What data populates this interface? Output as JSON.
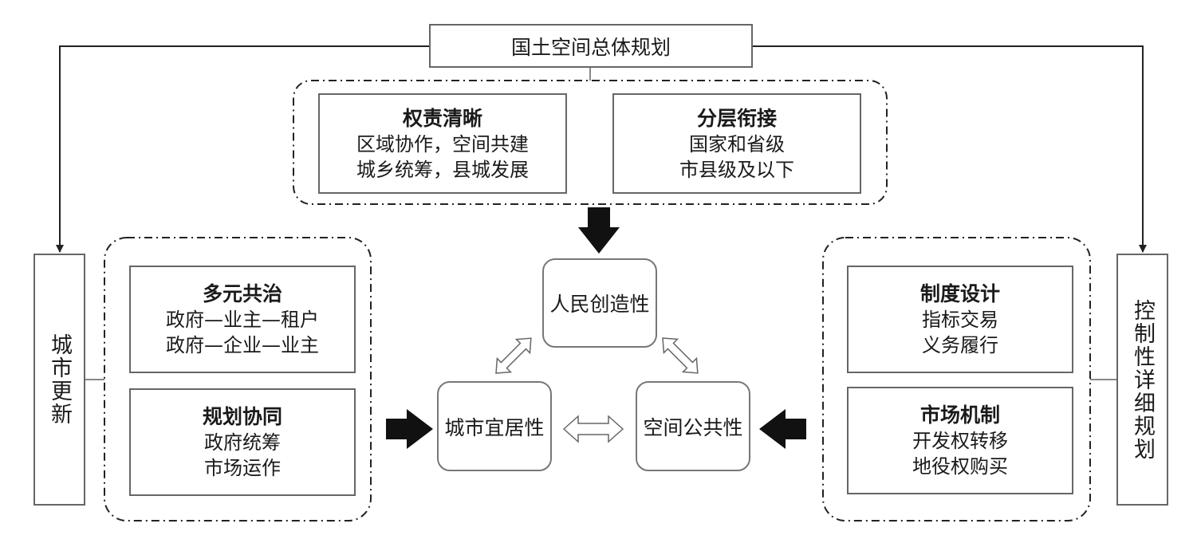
{
  "top": {
    "title": "国土空间总体规划"
  },
  "left": {
    "title": "城市更新"
  },
  "right": {
    "title": "控制性详细规划"
  },
  "top_group": [
    {
      "title": "权责清晰",
      "lines": [
        "区域协作，空间共建",
        "城乡统筹，县城发展"
      ]
    },
    {
      "title": "分层衔接",
      "lines": [
        "国家和省级",
        "市县级及以下"
      ]
    }
  ],
  "left_group": [
    {
      "title": "多元共治",
      "lines": [
        "政府—业主—租户",
        "政府—企业—业主"
      ]
    },
    {
      "title": "规划协同",
      "lines": [
        "政府统筹",
        "市场运作"
      ]
    }
  ],
  "right_group": [
    {
      "title": "制度设计",
      "lines": [
        "指标交易",
        "义务履行"
      ]
    },
    {
      "title": "市场机制",
      "lines": [
        "开发权转移",
        "地役权购买"
      ]
    }
  ],
  "center": {
    "top_node": "人民创造性",
    "left_node": "城市宜居性",
    "right_node": "空间公共性"
  }
}
